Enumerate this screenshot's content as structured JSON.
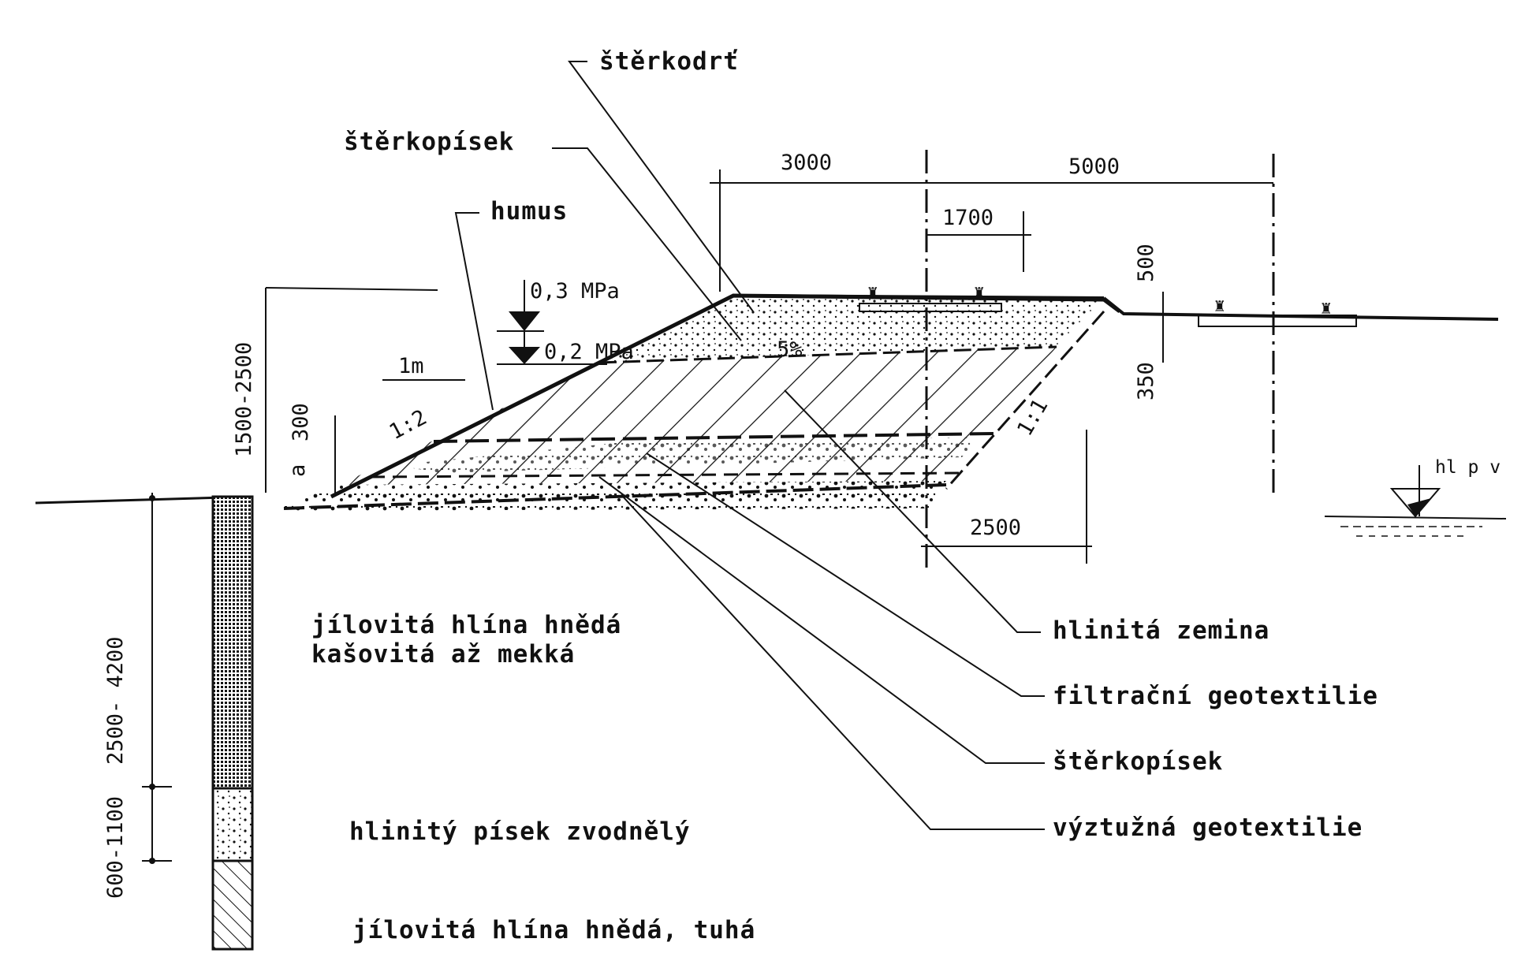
{
  "labels": {
    "sterkodrt": "štěrkodrť",
    "sterkopisek_top": "štěrkopísek",
    "humus": "humus",
    "hlinita_zemina": "hlinitá zemina",
    "filtracni_geotextilie": "filtrační geotextilie",
    "sterkopisek_bottom": "štěrkopísek",
    "vyztuzna_geotextilie": "výztužná geotextilie",
    "soil_layer_1_line1": "jílovitá hlína hnědá",
    "soil_layer_1_line2": "kašovitá až mekká",
    "soil_layer_2": "hlinitý písek zvodnělý",
    "soil_layer_3": "jílovitá hlína hnědá, tuhá",
    "water_level": "hl p v"
  },
  "dimensions": {
    "d3000": "3000",
    "d5000": "5000",
    "d1700": "1700",
    "d500": "500",
    "d350": "350",
    "d2500": "2500",
    "d1500_2500": "1500-2500",
    "d300": "300",
    "d_a": "a",
    "d1m": "1m",
    "slope_left": "1:2",
    "slope_right": "1:1",
    "grade": "5%",
    "pressure_top": "0,3 MPa",
    "pressure_bottom": "0,2 MPa",
    "bore_2500_4200": "2500- 4200",
    "bore_600_1100": "600-1100"
  },
  "colors": {
    "ink": "#111111",
    "paper": "#ffffff"
  }
}
